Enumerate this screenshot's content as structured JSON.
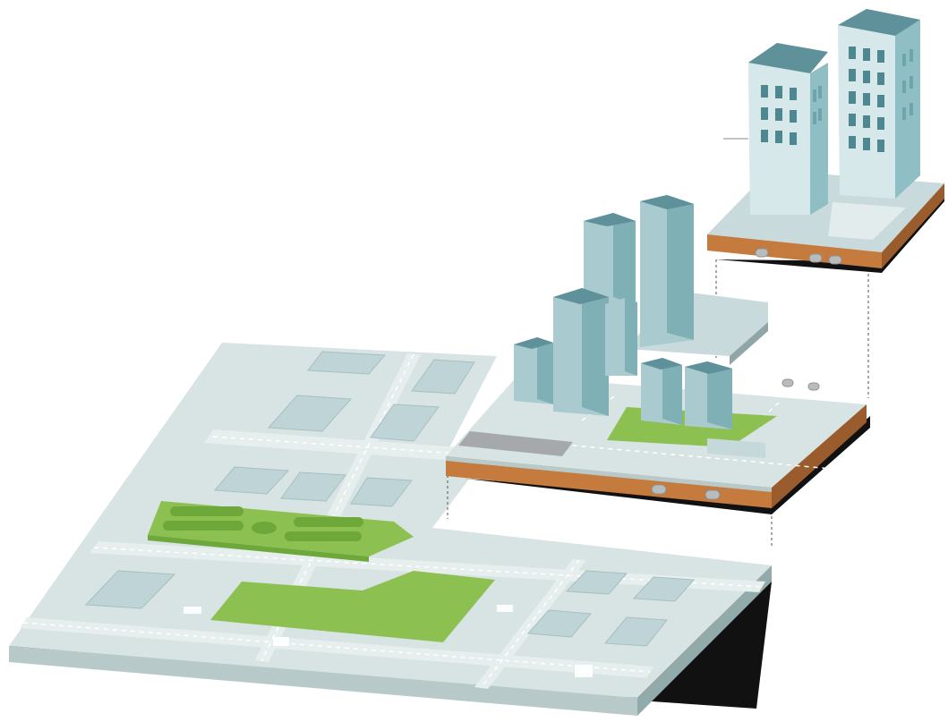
{
  "scene": {
    "subject": "isometric-city-layers-illustration",
    "layers": [
      "base-city-block",
      "middle-tower-block",
      "top-tower-block"
    ],
    "colors": {
      "background": "#ffffff",
      "ground_top": "#d7e4e3",
      "ground_side": "#a9bdbd",
      "road": "#c2d3d2",
      "block_top": "#bfd4d6",
      "park": "#8cc152",
      "park_dark": "#6ea83a",
      "building_front": "#a9cbd0",
      "building_side": "#7fb0b6",
      "building_top": "#5e9199",
      "window": "#4f8790",
      "soil": "#c57a3e",
      "shadow": "#111111",
      "pipe": "#b9bcbd"
    }
  }
}
